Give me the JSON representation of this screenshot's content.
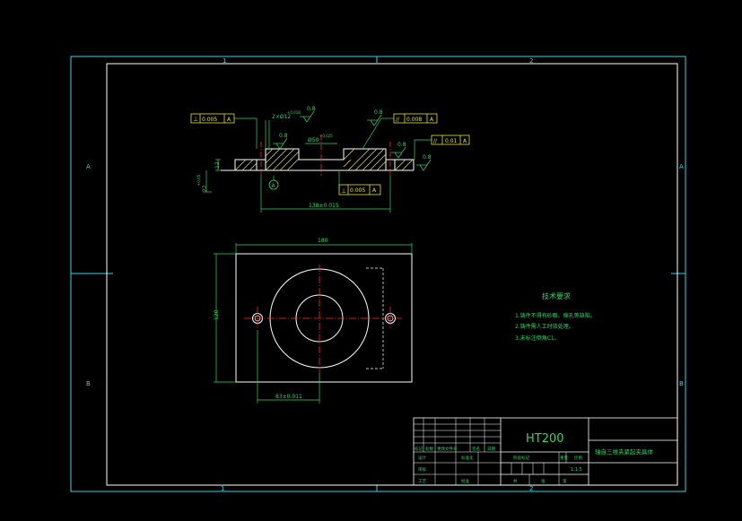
{
  "frame": {
    "col_top_1": "1",
    "col_top_2": "2",
    "col_bot_1": "1",
    "col_bot_2": "2",
    "row_left_a": "A",
    "row_left_b": "B",
    "row_right_a": "A",
    "row_right_b": "B"
  },
  "section_view": {
    "tol_box_left": [
      "⊥",
      "0.005",
      "A"
    ],
    "tol_box_top_right": [
      "//",
      "0.008",
      "A"
    ],
    "tol_box_right": [
      "//",
      "0.01",
      "A"
    ],
    "tol_box_bottom": [
      "⊥",
      "0.005",
      "A"
    ],
    "hole_dim": "2×Ø12",
    "hole_dim_tol": "+0.018",
    "bore_dim": "Ø50",
    "bore_dim_tol": "+0.025",
    "roughness_1": "0.8",
    "roughness_2": "0.8",
    "roughness_3": "0.8",
    "roughness_4": "0.8",
    "roughness_5": "0.8",
    "height_dim": "12",
    "depth_dim": "22",
    "depth_dim_tol": "+0.05",
    "width_dim": "138±0.015",
    "datum_label": "A"
  },
  "plan_view": {
    "width_dim": "180",
    "height_dim": "120",
    "center_dim": "83±0.011"
  },
  "tech_req": {
    "title": "技术要求",
    "items": [
      "1.铸件不得有砂眼、缩孔等缺陷。",
      "2.铸件需人工时效处理。",
      "3.未标注倒角C1。"
    ]
  },
  "title_block": {
    "material": "HT200",
    "part_name": "轴自三维夹紧起夹具体",
    "labels": {
      "mark": "标记",
      "count": "处数",
      "zone": "分区",
      "doc_no": "更改文件号",
      "sign": "签名",
      "date": "日期",
      "design": "设计",
      "standard": "标准化",
      "review": "审核",
      "craft": "工艺",
      "approve": "批准",
      "stage_mark": "阶段标记",
      "weight": "重量",
      "scale": "比例",
      "sheet_total": "共",
      "sheet": "张",
      "sheet_no": "第"
    },
    "scale_value": "1:1.5"
  }
}
